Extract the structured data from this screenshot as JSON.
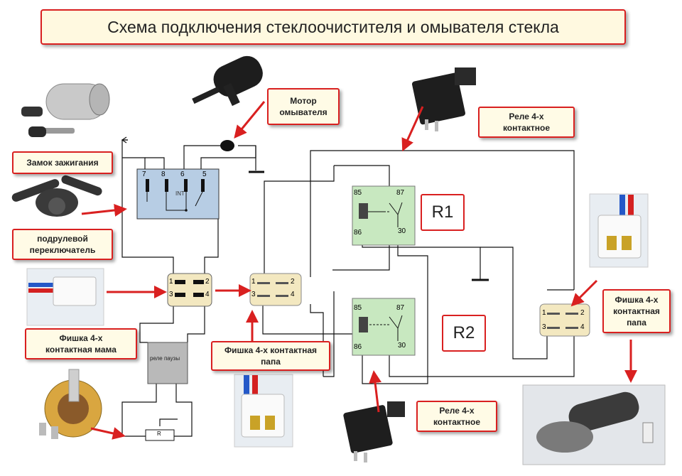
{
  "title": "Схема подключения стеклоочистителя и омывателя стекла",
  "labels": {
    "washer_motor": "Мотор\nомывателя",
    "ignition_lock": "Замок зажигания",
    "stalk_switch": "подрулевой\nпереключатель",
    "connector_female": "Фишка 4-х\nконтактная мама",
    "connector_male_center": "Фишка 4-х контактная\nпапа",
    "connector_male_right": "Фишка 4-х\nконтактная\nпапа",
    "relay_top": "Реле 4-х\nконтактное",
    "relay_bottom": "Реле 4-х\nконтактное"
  },
  "relays": {
    "r1": "R1",
    "r2": "R2",
    "pins": {
      "p85": "85",
      "p86": "86",
      "p87": "87",
      "p30": "30"
    }
  },
  "switch_block": {
    "pins": [
      "7",
      "8",
      "6",
      "5"
    ],
    "int_label": "INT"
  },
  "pause_relay": "реле паузы",
  "resistor": "R",
  "connector_pins": {
    "p1": "1",
    "p2": "2",
    "p3": "3",
    "p4": "4"
  },
  "colors": {
    "accent": "#d92020",
    "relay_fill": "#c8e8c0",
    "switch_fill": "#b7cde4",
    "connector_fill": "#f3e8c0"
  }
}
